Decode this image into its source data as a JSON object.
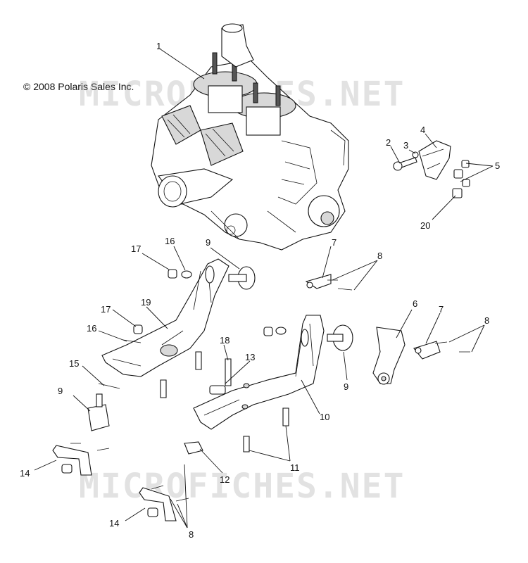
{
  "copyright": "© 2008 Polaris Sales Inc.",
  "watermark": "MICROFICHES.NET",
  "callouts": {
    "c1": "1",
    "c2": "2",
    "c3": "3",
    "c4": "4",
    "c5": "5",
    "c6": "6",
    "c7a": "7",
    "c7b": "7",
    "c8a": "8",
    "c8b": "8",
    "c8c": "8",
    "c9a": "9",
    "c9b": "9",
    "c9c": "9",
    "c10": "10",
    "c11": "11",
    "c12": "12",
    "c13": "13",
    "c14a": "14",
    "c14b": "14",
    "c15": "15",
    "c16a": "16",
    "c16b": "16",
    "c17a": "17",
    "c17b": "17",
    "c18": "18",
    "c19": "19",
    "c20": "20"
  }
}
